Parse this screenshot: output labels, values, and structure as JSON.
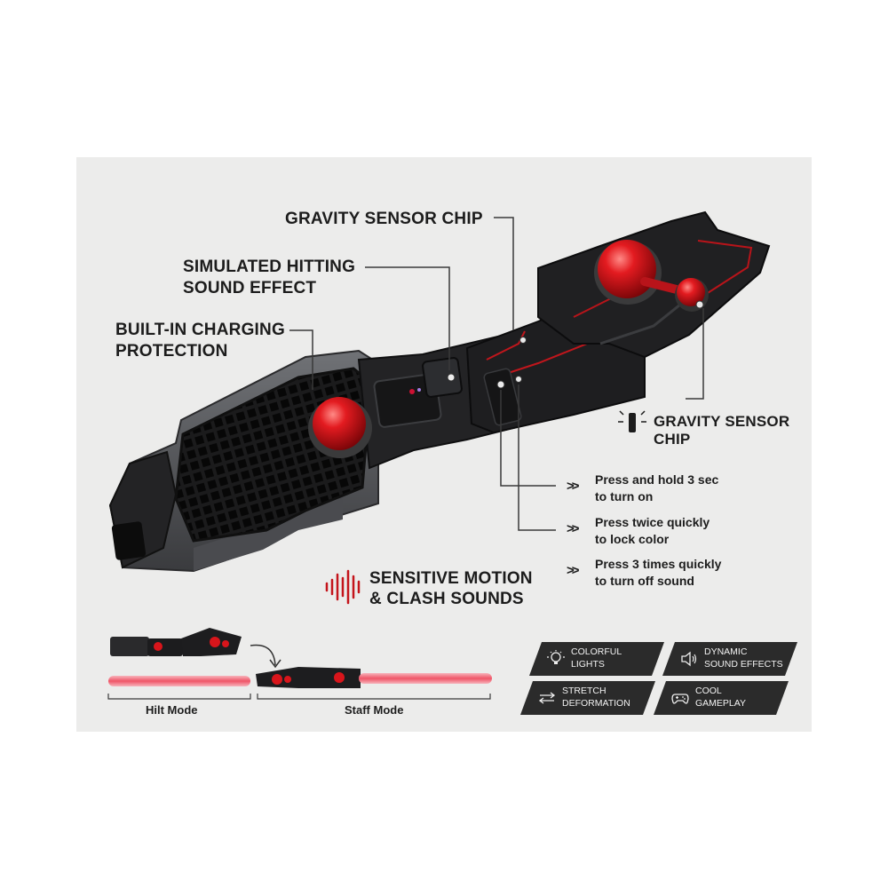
{
  "labels": {
    "gravity_top": "GRAVITY SENSOR CHIP",
    "hitting_1": "SIMULATED HITTING",
    "hitting_2": "SOUND EFFECT",
    "charging_1": "BUILT-IN CHARGING",
    "charging_2": "PROTECTION",
    "gravity_right_1": "GRAVITY SENSOR",
    "gravity_right_2": "CHIP",
    "motion_1": "SENSITIVE MOTION",
    "motion_2": "& CLASH SOUNDS"
  },
  "instructions": [
    {
      "line1": "Press and hold 3 sec",
      "line2": "to turn on"
    },
    {
      "line1": "Press twice quickly",
      "line2": "to lock color"
    },
    {
      "line1": "Press 3 times quickly",
      "line2": "to turn off sound"
    }
  ],
  "modes": {
    "hilt": "Hilt Mode",
    "staff": "Staff Mode"
  },
  "badges": [
    {
      "icon": "lightbulb-icon",
      "line1": "COLORFUL",
      "line2": "LIGHTS"
    },
    {
      "icon": "speaker-icon",
      "line1": "DYNAMIC",
      "line2": "SOUND EFFECTS"
    },
    {
      "icon": "arrows-icon",
      "line1": "STRETCH",
      "line2": "DEFORMATION"
    },
    {
      "icon": "gamepad-icon",
      "line1": "COOL",
      "line2": "GAMEPLAY"
    }
  ],
  "colors": {
    "accent_red": "#d8151b",
    "body_dark": "#1f1f21",
    "body_grey": "#55575b",
    "panel": "#ececeb",
    "badge": "#2b2b2b",
    "blade_pink": "#f06a78"
  }
}
